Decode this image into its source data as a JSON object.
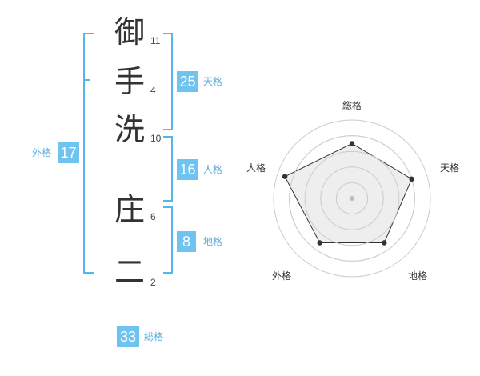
{
  "colors": {
    "accent": "#55b6ec",
    "badge": "#6fc3f0",
    "label": "#5aaede",
    "radar_line": "#333333",
    "radar_fill": "#e8e8e8",
    "radar_ring": "#cccccc"
  },
  "name_chars": [
    {
      "char": "御",
      "strokes": "11"
    },
    {
      "char": "手",
      "strokes": "4"
    },
    {
      "char": "洗",
      "strokes": "10"
    },
    {
      "char": "庄",
      "strokes": "6"
    },
    {
      "char": "二",
      "strokes": "2"
    }
  ],
  "scores": {
    "tenkaku": {
      "value": "25",
      "label": "天格"
    },
    "jinkaku": {
      "value": "16",
      "label": "人格"
    },
    "chikaku": {
      "value": "8",
      "label": "地格"
    },
    "gaikaku": {
      "value": "17",
      "label": "外格"
    },
    "soukaku": {
      "value": "33",
      "label": "総格"
    }
  },
  "radar": {
    "axes": [
      "総格",
      "天格",
      "地格",
      "外格",
      "人格"
    ],
    "values": [
      0.7,
      0.8,
      0.7,
      0.7,
      0.9
    ]
  }
}
